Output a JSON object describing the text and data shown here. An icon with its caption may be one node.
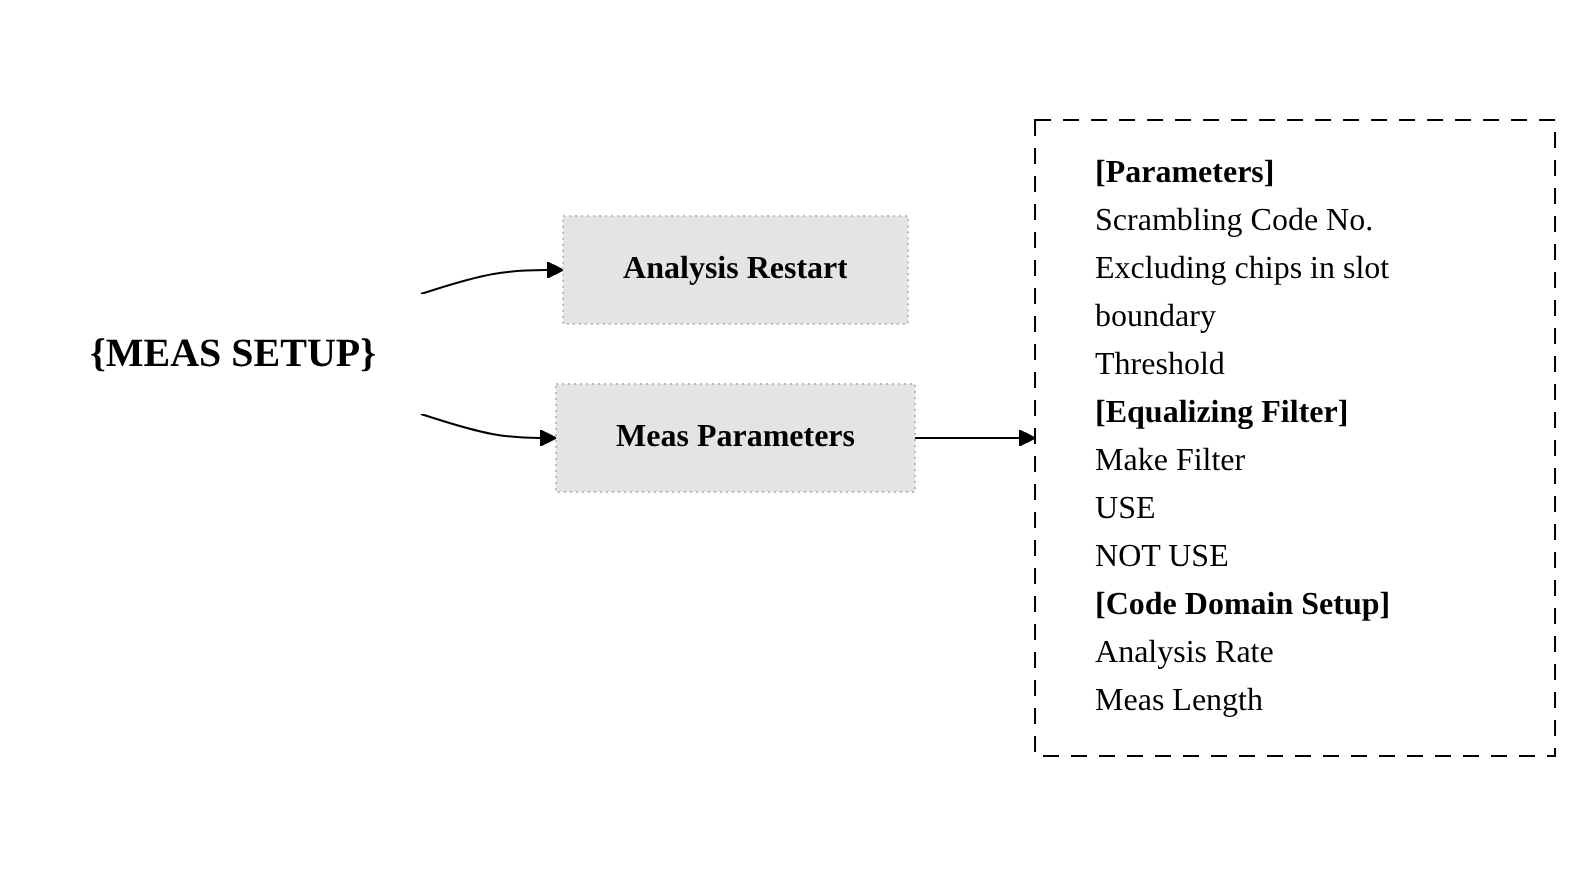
{
  "diagram": {
    "nodes": [
      {
        "text": [
          "{MEAS SETUP}"
        ]
      },
      {
        "text": [
          "Analysis Restart"
        ]
      },
      {
        "text": [
          "Meas Parameters"
        ]
      },
      {
        "text": [
          "[Parameters]",
          "Scrambling Code No.",
          "Excluding chips in slot boundary",
          "Threshold",
          "[Equalizing Filter]",
          "Make Filter",
          "USE",
          "NOT USE",
          "[Code Domain Setup]",
          "Analysis Rate",
          "Meas Length"
        ]
      }
    ],
    "edges": [
      {
        "from": 0,
        "to": 1,
        "arrow": "to"
      },
      {
        "from": 0,
        "to": 2,
        "arrow": "to"
      },
      {
        "from": 2,
        "to": 3,
        "arrow": "to"
      }
    ]
  }
}
